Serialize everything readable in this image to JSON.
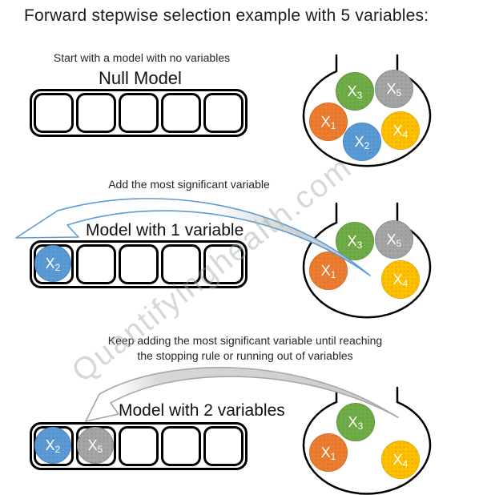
{
  "title": "Forward stepwise selection example with 5 variables:",
  "watermark": "Quantifyinghealth.com",
  "variable_colors": {
    "X1": "#ED7D31",
    "X2": "#5B9BD5",
    "X3": "#70AD47",
    "X4": "#FFC000",
    "X5": "#A5A5A5"
  },
  "arrow_style": {
    "step2_arrow_outline": "#5B9BD5",
    "step3_arrow_outline": "#A6A6A6",
    "arrow_fill": "#D0D0D0"
  },
  "steps": [
    {
      "caption": "Start with a model with no variables",
      "heading": "Null Model",
      "model": [],
      "bag": [
        {
          "name": "X",
          "sub": "3"
        },
        {
          "name": "X",
          "sub": "5"
        },
        {
          "name": "X",
          "sub": "1"
        },
        {
          "name": "X",
          "sub": "2"
        },
        {
          "name": "X",
          "sub": "4"
        }
      ]
    },
    {
      "caption": "Add the most significant variable",
      "heading": "Model with 1 variable",
      "model": [
        {
          "name": "X",
          "sub": "2"
        }
      ],
      "bag": [
        {
          "name": "X",
          "sub": "3"
        },
        {
          "name": "X",
          "sub": "5"
        },
        {
          "name": "X",
          "sub": "1"
        },
        {
          "name": "X",
          "sub": "4"
        }
      ]
    },
    {
      "caption_line1": "Keep adding the most significant variable until reaching",
      "caption_line2": "the stopping rule or running out of variables",
      "heading": "Model with 2 variables",
      "model": [
        {
          "name": "X",
          "sub": "2"
        },
        {
          "name": "X",
          "sub": "5"
        }
      ],
      "bag": [
        {
          "name": "X",
          "sub": "3"
        },
        {
          "name": "X",
          "sub": "1"
        },
        {
          "name": "X",
          "sub": "4"
        }
      ]
    }
  ]
}
